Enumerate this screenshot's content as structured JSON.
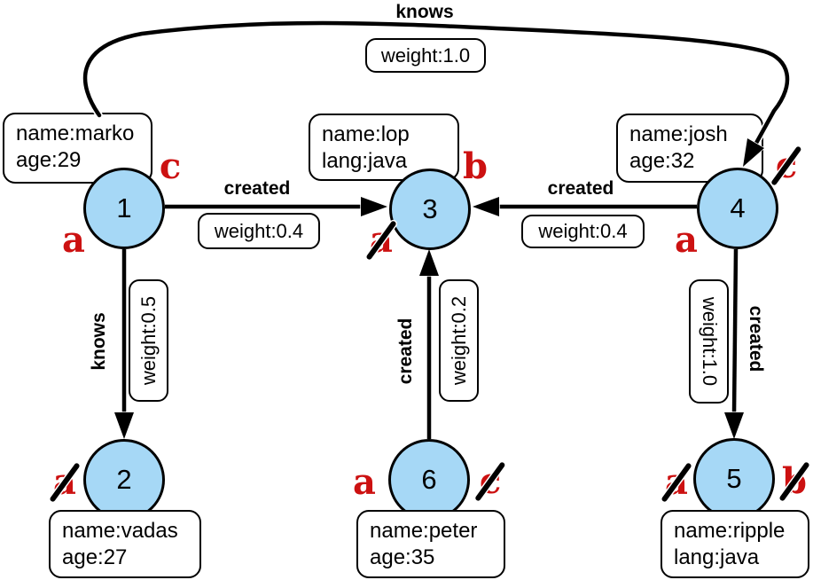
{
  "graph": {
    "vertices": {
      "v1": {
        "id": "1",
        "properties": [
          "name:marko",
          "age:29"
        ]
      },
      "v2": {
        "id": "2",
        "properties": [
          "name:vadas",
          "age:27"
        ]
      },
      "v3": {
        "id": "3",
        "properties": [
          "name:lop",
          "lang:java"
        ]
      },
      "v4": {
        "id": "4",
        "properties": [
          "name:josh",
          "age:32"
        ]
      },
      "v5": {
        "id": "5",
        "properties": [
          "name:ripple",
          "lang:java"
        ]
      },
      "v6": {
        "id": "6",
        "properties": [
          "name:peter",
          "age:35"
        ]
      }
    },
    "edges": {
      "knows_1_4": {
        "from": "1",
        "to": "4",
        "label": "knows",
        "weight": "weight:1.0"
      },
      "created_1_3": {
        "from": "1",
        "to": "3",
        "label": "created",
        "weight": "weight:0.4"
      },
      "created_4_3": {
        "from": "4",
        "to": "3",
        "label": "created",
        "weight": "weight:0.4"
      },
      "knows_1_2": {
        "from": "1",
        "to": "2",
        "label": "knows",
        "weight": "weight:0.5"
      },
      "created_6_3": {
        "from": "6",
        "to": "3",
        "label": "created",
        "weight": "weight:0.2"
      },
      "created_4_5": {
        "from": "4",
        "to": "5",
        "label": "created",
        "weight": "weight:1.0"
      }
    },
    "step_markers": {
      "v1_top": {
        "letter": "c",
        "crossed": false
      },
      "v1_bottom": {
        "letter": "a",
        "crossed": false
      },
      "v3_top": {
        "letter": "b",
        "crossed": false
      },
      "v3_bottom": {
        "letter": "a",
        "crossed": true
      },
      "v4_top": {
        "letter": "c",
        "crossed": true
      },
      "v4_bottom": {
        "letter": "a",
        "crossed": false
      },
      "v2_left": {
        "letter": "a",
        "crossed": true
      },
      "v6_left": {
        "letter": "a",
        "crossed": false
      },
      "v6_right": {
        "letter": "c",
        "crossed": true
      },
      "v5_left": {
        "letter": "a",
        "crossed": true
      },
      "v5_right": {
        "letter": "b",
        "crossed": true
      }
    },
    "colors": {
      "node_fill": "#A6D8F6",
      "node_stroke": "#000000",
      "marker_red": "#CC1111",
      "background": "#FFFFFF"
    }
  }
}
